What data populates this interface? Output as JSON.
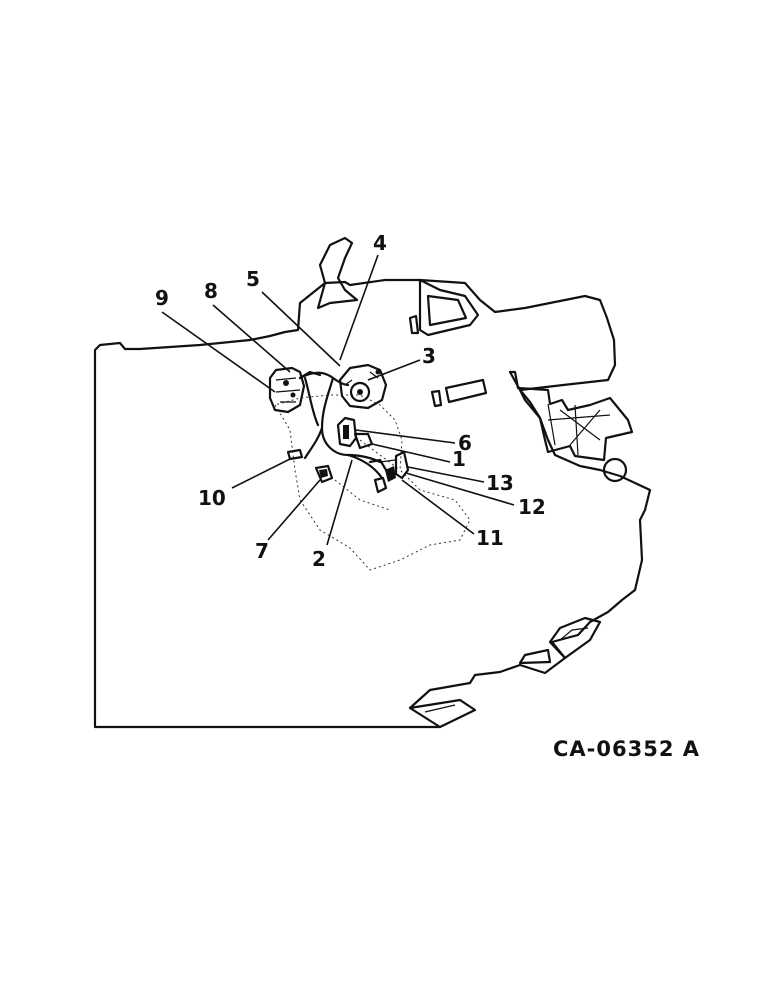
{
  "diagram": {
    "callouts": [
      "1",
      "2",
      "3",
      "4",
      "5",
      "6",
      "7",
      "8",
      "9",
      "10",
      "11",
      "12",
      "13"
    ],
    "drawing_code": "CA-06352 A",
    "ink_color": "#111111",
    "paper_color": "#ffffff"
  }
}
